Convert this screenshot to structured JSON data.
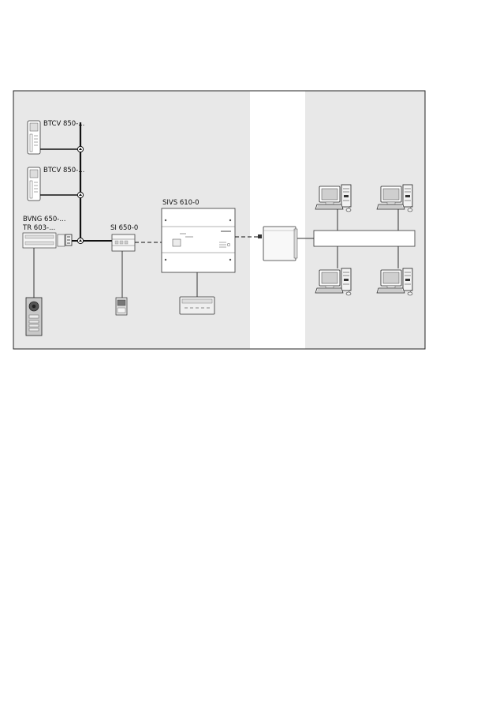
{
  "labels": {
    "btcv_top": "BTCV 850-...",
    "btcv_mid": "BTCV 850-...",
    "bvng": "BVNG 650-...",
    "tr": "TR 603-...",
    "si": "SI 650-0",
    "sivs": "SIVS 610-0"
  },
  "colors": {
    "panel_bg": "#e8e8e8",
    "border": "#222222",
    "line": "#111111"
  }
}
